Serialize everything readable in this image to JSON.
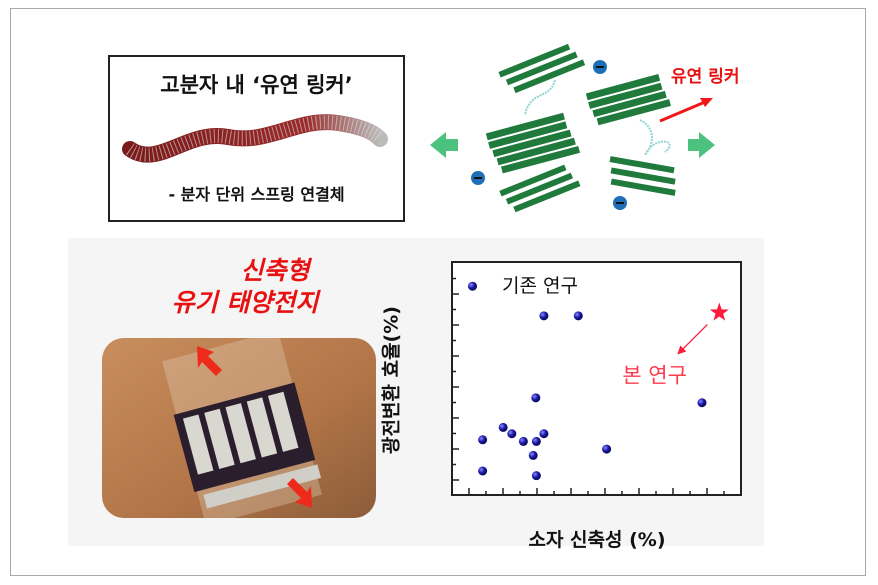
{
  "top_left_box": {
    "title": "고분자 내 ‘유연 링커’",
    "subtitle": "- 분자 단위 스프링 연결체"
  },
  "molecule_figure": {
    "linker_label": "유연 링커",
    "arrow_color": "#4cc27e",
    "strand_color": "#1f7a3c",
    "label_color": "#e81010"
  },
  "device_figure": {
    "title_line1": "신축형",
    "title_line2": "유기 태양전지"
  },
  "chart_data": {
    "type": "scatter",
    "xlabel": "소자 신축성 (%)",
    "ylabel": "광전변환 효율(%)",
    "xlim": [
      0,
      100
    ],
    "ylim": [
      0,
      100
    ],
    "tick_labels_shown": false,
    "grid": false,
    "series": [
      {
        "name": "기존 연구",
        "color": "#10108a",
        "marker": "circle",
        "points": [
          [
            7.1,
            89.6
          ],
          [
            31.8,
            76.9
          ],
          [
            43.7,
            76.9
          ],
          [
            29.0,
            41.7
          ],
          [
            86.5,
            39.6
          ],
          [
            17.7,
            29.0
          ],
          [
            20.7,
            26.3
          ],
          [
            10.6,
            23.7
          ],
          [
            24.7,
            23.0
          ],
          [
            29.2,
            23.0
          ],
          [
            31.8,
            26.3
          ],
          [
            28.1,
            17.0
          ],
          [
            53.5,
            19.7
          ],
          [
            10.6,
            10.3
          ],
          [
            29.2,
            8.3
          ]
        ]
      },
      {
        "name": "본 연구",
        "color": "#ff1a3c",
        "marker": "star",
        "points": [
          [
            92.5,
            78.3
          ]
        ]
      }
    ]
  }
}
